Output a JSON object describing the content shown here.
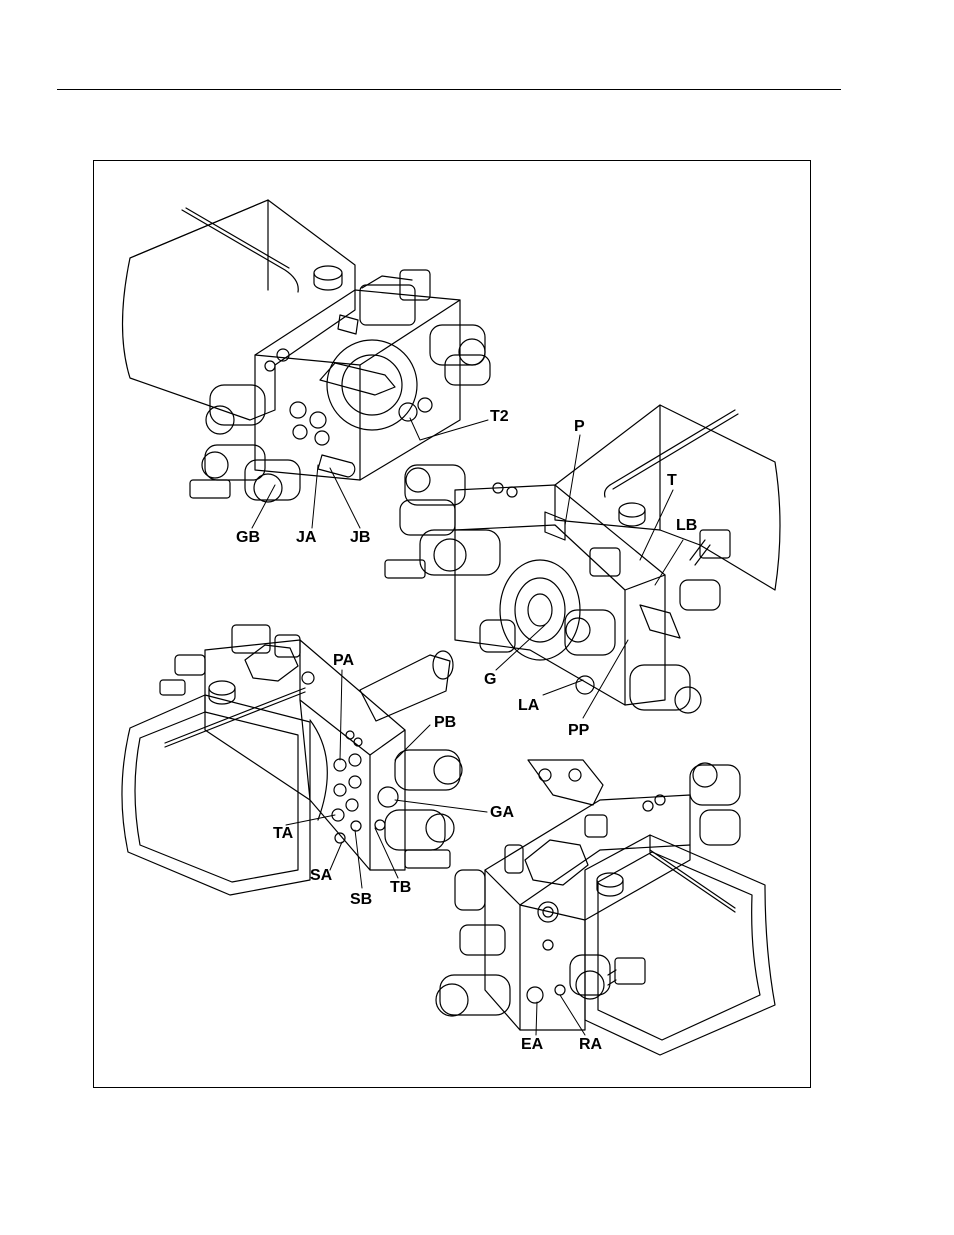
{
  "figure": {
    "callouts": {
      "T2": "T2",
      "P": "P",
      "T": "T",
      "LB": "LB",
      "GB": "GB",
      "JA": "JA",
      "JB": "JB",
      "G": "G",
      "LA": "LA",
      "PP": "PP",
      "PA": "PA",
      "PB": "PB",
      "GA": "GA",
      "TA": "TA",
      "SA": "SA",
      "TB": "TB",
      "SB": "SB",
      "EA": "EA",
      "RA": "RA"
    }
  },
  "colors": {
    "ink": "#000000",
    "paper": "#ffffff"
  }
}
